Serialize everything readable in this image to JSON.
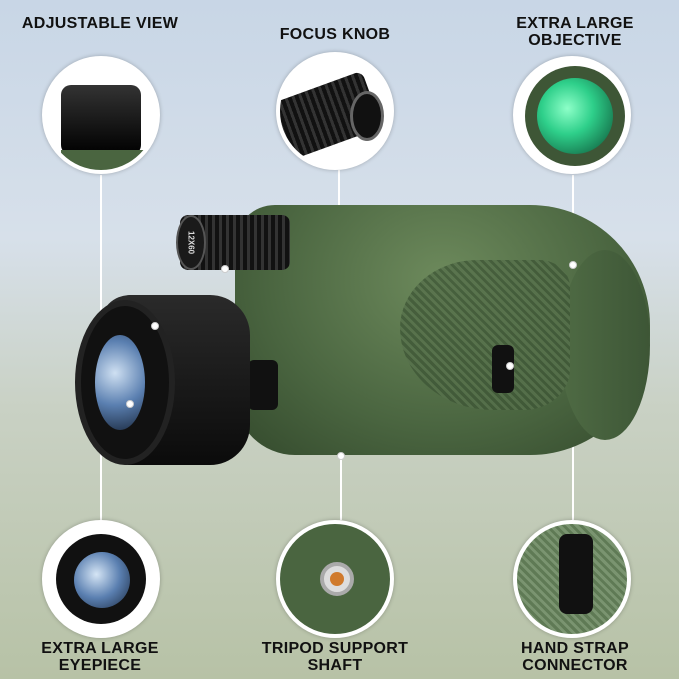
{
  "labels": {
    "adjustable_view": "ADJUSTABLE VIEW",
    "focus_knob": "FOCUS KNOB",
    "extra_large_objective": "EXTRA LARGE OBJECTIVE",
    "extra_large_eyepiece": "EXTRA LARGE EYEPIECE",
    "tripod_support_shaft": "TRIPOD SUPPORT SHAFT",
    "hand_strap_connector": "HAND STRAP CONNECTOR"
  },
  "knob_text": "12X60",
  "colors": {
    "body_green": "#4a6540",
    "lens_green": "#2ecf8a",
    "eyepiece_black": "#111111"
  }
}
